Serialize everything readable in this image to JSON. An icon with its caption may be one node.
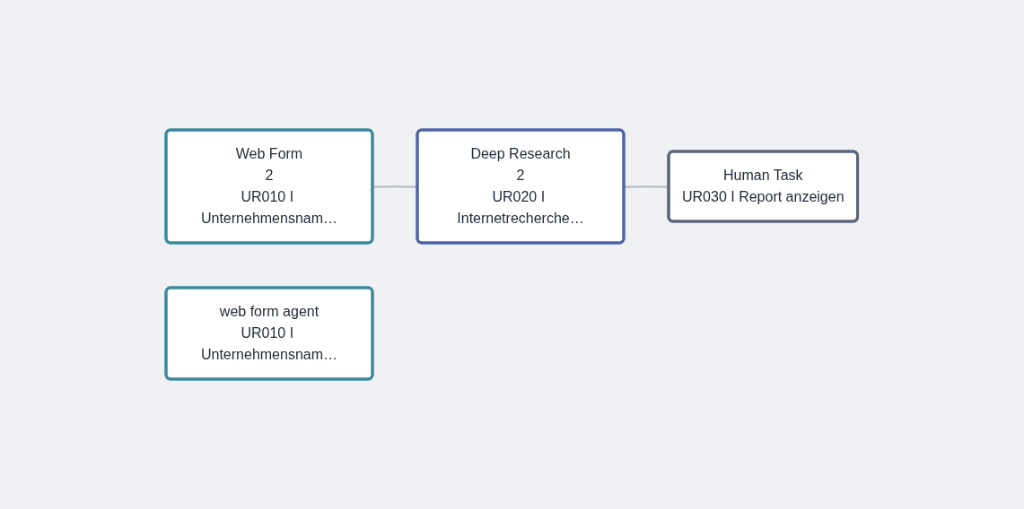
{
  "diagram": {
    "nodes": [
      {
        "text": [
          "Web Form",
          "2",
          "UR010 I Unternehmensnam…"
        ]
      },
      {
        "text": [
          "Deep Research",
          "2",
          "UR020 I Internetrecherche…"
        ]
      },
      {
        "text": [
          "Human Task",
          "UR030 I Report anzeigen"
        ]
      },
      {
        "text": [
          "web form agent",
          "UR010 I Unternehmensnam…"
        ]
      }
    ],
    "edges": [
      {
        "from": 0,
        "to": 1,
        "arrow": "none"
      },
      {
        "from": 1,
        "to": 2,
        "arrow": "none"
      }
    ]
  }
}
